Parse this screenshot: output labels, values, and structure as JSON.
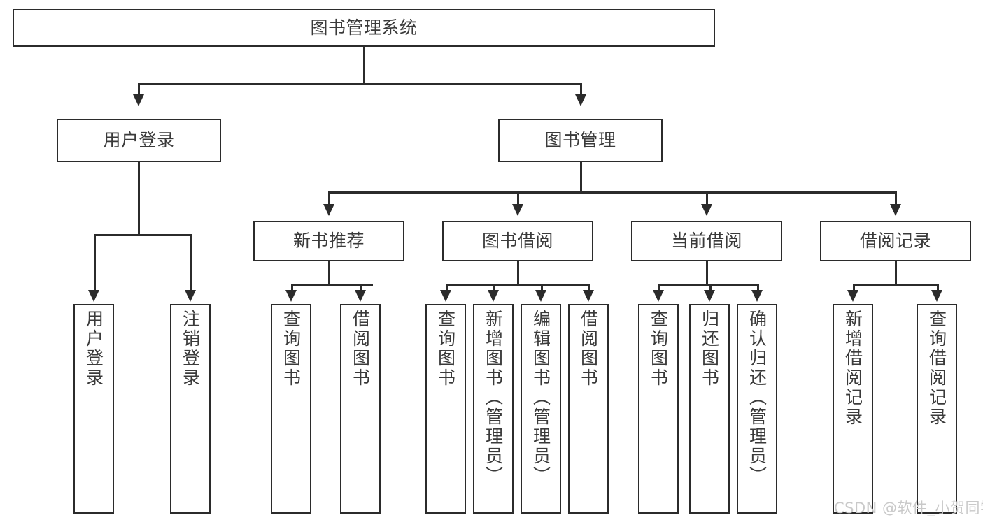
{
  "diagram": {
    "type": "tree-hierarchy-flowchart",
    "title": "图书管理系统",
    "root": {
      "id": "root",
      "label": "图书管理系统"
    },
    "level2": [
      {
        "id": "user-login",
        "label": "用户登录"
      },
      {
        "id": "book-management",
        "label": "图书管理"
      }
    ],
    "level3": [
      {
        "id": "new-book-recommend",
        "label": "新书推荐",
        "parent": "book-management"
      },
      {
        "id": "book-borrow",
        "label": "图书借阅",
        "parent": "book-management"
      },
      {
        "id": "current-borrow",
        "label": "当前借阅",
        "parent": "book-management"
      },
      {
        "id": "borrow-record",
        "label": "借阅记录",
        "parent": "book-management"
      }
    ],
    "leaves": {
      "user_login": [
        {
          "id": "leaf-user-login",
          "label": "用户登录"
        },
        {
          "id": "leaf-user-logout",
          "label": "注销登录"
        }
      ],
      "new_book_recommend": [
        {
          "id": "leaf-query-book-1",
          "label": "查询图书"
        },
        {
          "id": "leaf-borrow-book-1",
          "label": "借阅图书"
        }
      ],
      "book_borrow": [
        {
          "id": "leaf-query-book-2",
          "label": "查询图书"
        },
        {
          "id": "leaf-add-book",
          "label": "新增图书（管理员）"
        },
        {
          "id": "leaf-edit-book",
          "label": "编辑图书（管理员）"
        },
        {
          "id": "leaf-borrow-book-2",
          "label": "借阅图书"
        }
      ],
      "current_borrow": [
        {
          "id": "leaf-query-book-3",
          "label": "查询图书"
        },
        {
          "id": "leaf-return-book",
          "label": "归还图书"
        },
        {
          "id": "leaf-confirm-return",
          "label": "确认归还（管理员）"
        }
      ],
      "borrow_record": [
        {
          "id": "leaf-add-record",
          "label": "新增借阅记录"
        },
        {
          "id": "leaf-query-record",
          "label": "查询借阅记录"
        }
      ]
    }
  },
  "watermark": {
    "text": "CSDN @软件_小贺同学"
  },
  "colors": {
    "stroke": "#2b2b2b",
    "text": "#3a3a3a",
    "background": "#ffffff",
    "watermark": "#c9c9c9"
  }
}
